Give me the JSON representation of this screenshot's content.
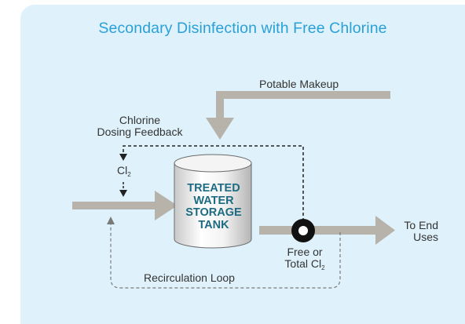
{
  "title": "Secondary Disinfection with Free Chlorine",
  "labels": {
    "potable_makeup": "Potable Makeup",
    "chlorine_feedback_line1": "Chlorine",
    "chlorine_feedback_line2": "Dosing Feedback",
    "cl2_dose": "Cl",
    "cl2_dose_sub": "2",
    "tank": [
      "TREATED",
      "WATER",
      "STORAGE",
      "TANK"
    ],
    "to_end_uses_line1": "To End",
    "to_end_uses_line2": "Uses",
    "sensor_line1": "Free or",
    "sensor_line2": "Total Cl",
    "sensor_sub": "2",
    "recirculation": "Recirculation Loop"
  },
  "colors": {
    "background": "#dff2fb",
    "title": "#2aa0d8",
    "pipe": "#b8b3aa",
    "tank_label": "#1d6b82",
    "line": "#222222"
  }
}
